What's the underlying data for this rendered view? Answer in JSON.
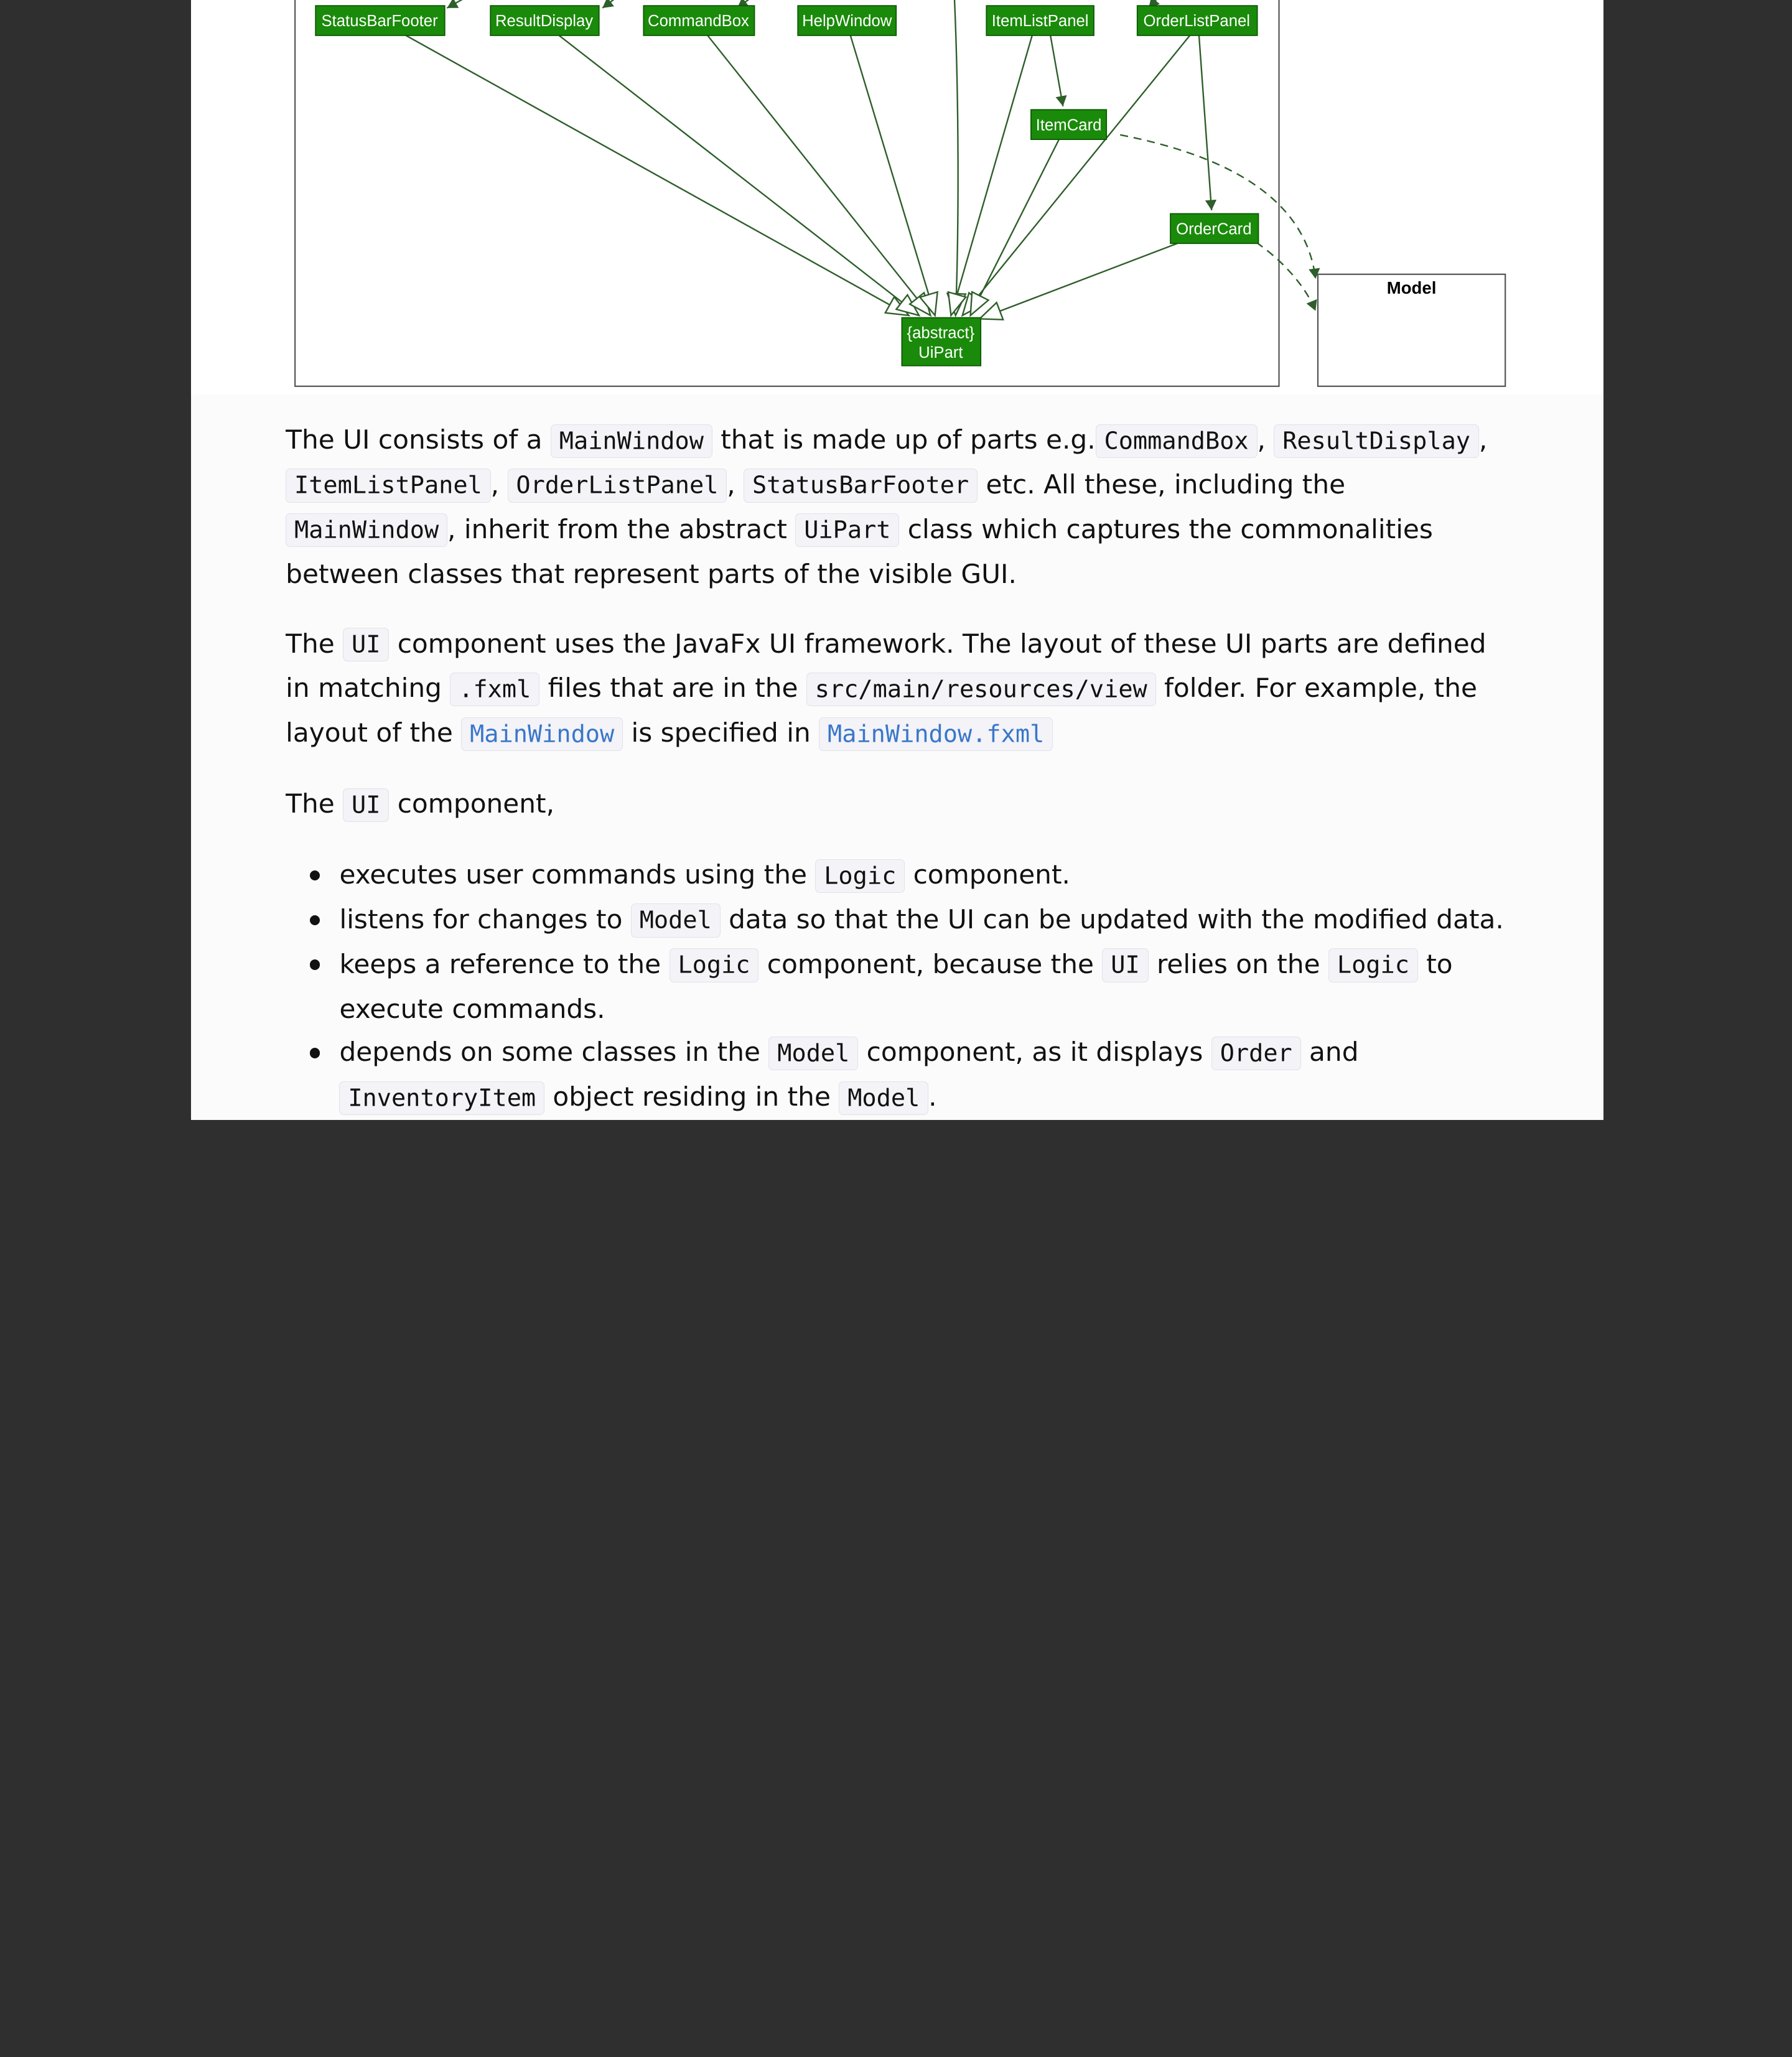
{
  "diagram": {
    "nodes": {
      "status_bar_footer": "StatusBarFooter",
      "result_display": "ResultDisplay",
      "command_box": "CommandBox",
      "help_window": "HelpWindow",
      "item_list_panel": "ItemListPanel",
      "order_list_panel": "OrderListPanel",
      "item_card": "ItemCard",
      "order_card": "OrderCard",
      "ui_part_line1": "{abstract}",
      "ui_part_line2": "UiPart"
    },
    "model_package": "Model",
    "node_color": "#1a8a0a",
    "edge_color": "#2e5e2a"
  },
  "para1": {
    "t1": "The UI consists of a ",
    "c1": "MainWindow",
    "t2": " that is made up of parts e.g.",
    "c2": "CommandBox",
    "t3": ", ",
    "c3": "ResultDisplay",
    "t4": ", ",
    "c4": "ItemListPanel",
    "t5": ", ",
    "c5": "OrderListPanel",
    "t6": ", ",
    "c6": "StatusBarFooter",
    "t7": " etc. All these, including the ",
    "c7": "MainWindow",
    "t8": ", inherit from the abstract ",
    "c8": "UiPart",
    "t9": " class which captures the commonalities between classes that represent parts of the visible GUI."
  },
  "para2": {
    "t1": "The ",
    "c1": "UI",
    "t2": " component uses the JavaFx UI framework. The layout of these UI parts are defined in matching ",
    "c2": ".fxml",
    "t3": " files that are in the ",
    "c3": "src/main/resources/view",
    "t4": " folder. For example, the layout of the ",
    "link1": "MainWindow",
    "t5": " is specified in ",
    "link2": "MainWindow.fxml"
  },
  "para3": {
    "t1": "The ",
    "c1": "UI",
    "t2": " component,"
  },
  "bullets": [
    {
      "t1": "executes user commands using the ",
      "c1": "Logic",
      "t2": " component."
    },
    {
      "t1": "listens for changes to ",
      "c1": "Model",
      "t2": " data so that the UI can be updated with the modified data."
    },
    {
      "t1": "keeps a reference to the ",
      "c1": "Logic",
      "t2": " component, because the ",
      "c2": "UI",
      "t3": " relies on the ",
      "c3": "Logic",
      "t4": " to execute commands."
    },
    {
      "t1": "depends on some classes in the ",
      "c1": "Model",
      "t2": " component, as it displays ",
      "c2": "Order",
      "t3": " and ",
      "c3": "InventoryItem",
      "t4": " object residing in the ",
      "c4": "Model",
      "t5": "."
    }
  ]
}
